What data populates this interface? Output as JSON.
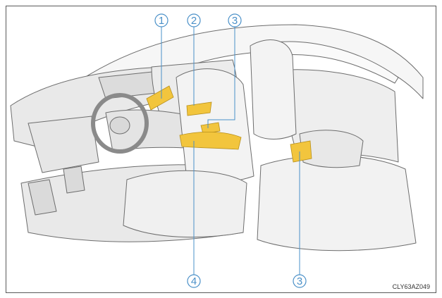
{
  "figure": {
    "code": "CLY63AZ049",
    "callouts": [
      {
        "id": "1",
        "label": "1"
      },
      {
        "id": "2",
        "label": "2"
      },
      {
        "id": "3a",
        "label": "3"
      },
      {
        "id": "4",
        "label": "4"
      },
      {
        "id": "3b",
        "label": "3"
      }
    ],
    "colors": {
      "callout": "#4a90c8",
      "highlight": "#f2c53d",
      "background": "#ffffff",
      "line": "#6d6d6d",
      "fill": "#efefef"
    }
  }
}
